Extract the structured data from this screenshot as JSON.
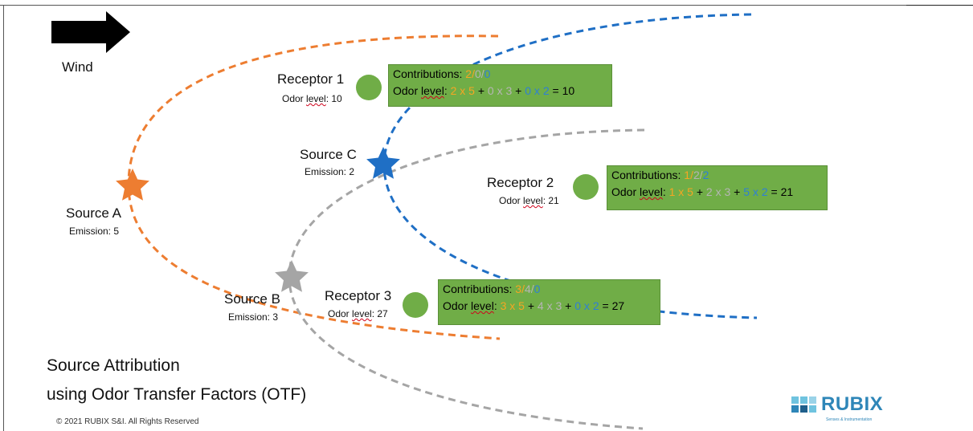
{
  "wind_label": "Wind",
  "sources": {
    "a": {
      "name": "Source A",
      "emission": "Emission: 5"
    },
    "b": {
      "name": "Source B",
      "emission": "Emission: 3"
    },
    "c": {
      "name": "Source C",
      "emission": "Emission: 2"
    }
  },
  "receptors": {
    "r1": {
      "name": "Receptor 1",
      "odor_prefix": "Odor",
      "odor_word": "level",
      "odor_value": ": 10"
    },
    "r2": {
      "name": "Receptor 2",
      "odor_prefix": "Odor",
      "odor_word": "level",
      "odor_value": ": 21"
    },
    "r3": {
      "name": "Receptor 3",
      "odor_prefix": "Odor",
      "odor_word": "level",
      "odor_value": ": 27"
    }
  },
  "boxes": {
    "r1": {
      "contrib_label": "Contributions:",
      "contrib": [
        "2",
        "/",
        "0",
        "/",
        "0"
      ],
      "odor_label": "Odor",
      "odor_word": "level",
      "odor_colon": ":",
      "terms": [
        "2 x 5",
        "+",
        "0 x 3",
        "+",
        "0 x 2"
      ],
      "result": "= 10"
    },
    "r2": {
      "contrib_label": "Contributions:",
      "contrib": [
        "1",
        "/",
        "2",
        "/",
        "2"
      ],
      "odor_label": "Odor",
      "odor_word": "level",
      "odor_colon": ":",
      "terms": [
        "1 x 5",
        "+",
        "2 x 3",
        "+",
        "5 x 2"
      ],
      "result": "= 21"
    },
    "r3": {
      "contrib_label": "Contributions:",
      "contrib": [
        "3",
        "/",
        "4",
        "/",
        "0"
      ],
      "odor_label": "Odor",
      "odor_word": "level",
      "odor_colon": ":",
      "terms": [
        "3 x 5",
        "+",
        "4 x 3",
        "+",
        "0 x 2"
      ],
      "result": "= 27"
    }
  },
  "title_line1": "Source Attribution",
  "title_line2": "using Odor Transfer Factors (OTF)",
  "copyright": "© 2021 RUBIX S&I. All Rights Reserved",
  "logo": {
    "name": "RUBIX",
    "tagline": "Senses & Instrumentation"
  },
  "colors": {
    "orange": "#ed7d31",
    "gray": "#a5a5a5",
    "blue": "#1f6fc5",
    "green": "#70ad47"
  }
}
